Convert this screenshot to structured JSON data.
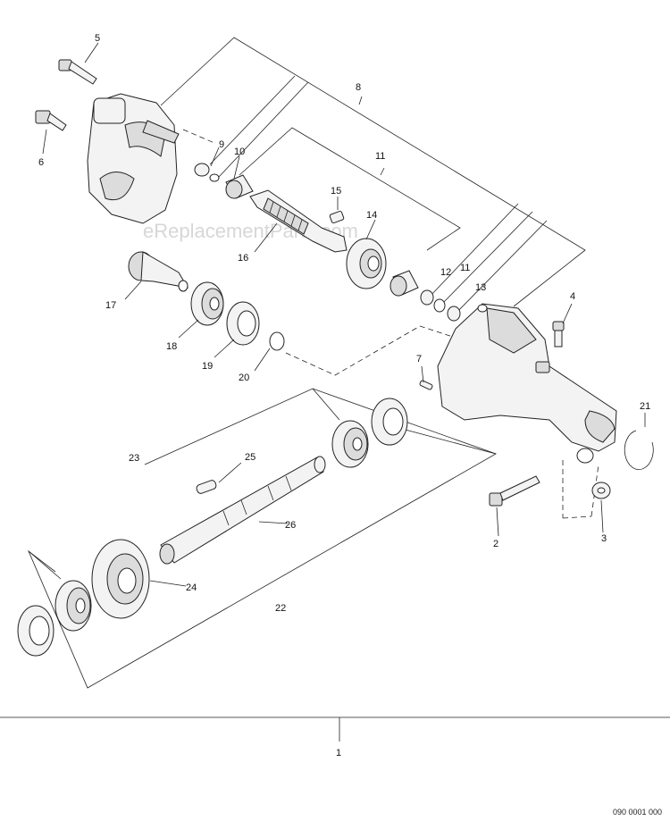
{
  "watermark": "eReplacementParts.com",
  "drawing_code": "090 0001 000",
  "callouts": {
    "c1": "1",
    "c2": "2",
    "c3": "3",
    "c4": "4",
    "c5": "5",
    "c6": "6",
    "c7": "7",
    "c8": "8",
    "c9": "9",
    "c10": "10",
    "c11a": "11",
    "c11b": "11",
    "c12": "12",
    "c13": "13",
    "c14": "14",
    "c15": "15",
    "c16": "16",
    "c17": "17",
    "c18": "18",
    "c19": "19",
    "c20": "20",
    "c21": "21",
    "c22": "22",
    "c23": "23",
    "c24": "24",
    "c25": "25",
    "c26": "26"
  }
}
